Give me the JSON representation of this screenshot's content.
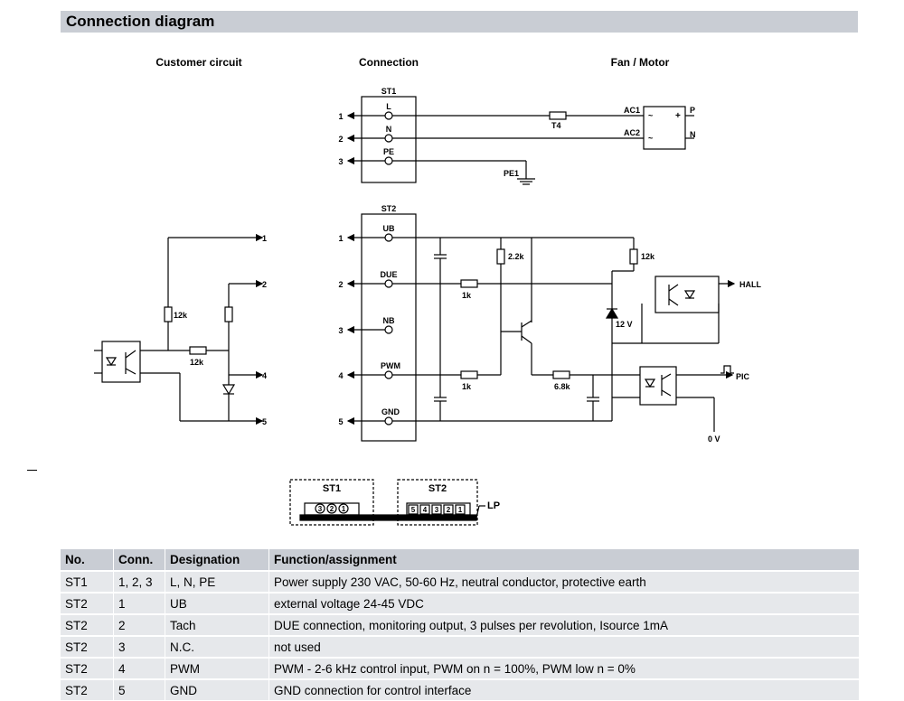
{
  "header": {
    "title": "Connection diagram"
  },
  "diagram": {
    "section_labels": {
      "customer": "Customer circuit",
      "connection": "Connection",
      "fan": "Fan / Motor"
    },
    "st1": {
      "label": "ST1",
      "pins": [
        {
          "num": "1",
          "name": "L"
        },
        {
          "num": "2",
          "name": "N"
        },
        {
          "num": "3",
          "name": "PE"
        }
      ],
      "fuse": "T4",
      "ac1": "AC1",
      "ac2": "AC2",
      "pe1": "PE1",
      "p": "P",
      "n": "N",
      "plus": "+",
      "tilde": "~"
    },
    "st2": {
      "label": "ST2",
      "pins": [
        {
          "num": "1",
          "name": "UB"
        },
        {
          "num": "2",
          "name": "DUE"
        },
        {
          "num": "3",
          "name": "NB"
        },
        {
          "num": "4",
          "name": "PWM"
        },
        {
          "num": "5",
          "name": "GND"
        }
      ],
      "r_2k2": "2.2k",
      "r_12k": "12k",
      "r_1k_a": "1k",
      "r_1k_b": "1k",
      "r_6k8": "6.8k",
      "zener": "12 V",
      "hall": "HALL",
      "pic": "PIC",
      "zero_v": "0 V"
    },
    "customer": {
      "pins": [
        "1",
        "2",
        "4",
        "5"
      ],
      "r_12k_a": "12k",
      "r_12k_b": "12k"
    },
    "plug": {
      "st1": "ST1",
      "st2": "ST2",
      "lp": "LP",
      "st1_pins": [
        "3",
        "2",
        "1"
      ],
      "st2_pins": [
        "5",
        "4",
        "3",
        "2",
        "1"
      ]
    }
  },
  "table": {
    "headers": [
      "No.",
      "Conn.",
      "Designation",
      "Function/assignment"
    ],
    "rows": [
      [
        "ST1",
        "1, 2, 3",
        "L, N, PE",
        "Power supply 230 VAC, 50-60 Hz, neutral conductor, protective earth"
      ],
      [
        "ST2",
        "1",
        "UB",
        "external voltage 24-45 VDC"
      ],
      [
        "ST2",
        "2",
        "Tach",
        "DUE connection, monitoring output, 3 pulses per revolution, Isource 1mA"
      ],
      [
        "ST2",
        "3",
        "N.C.",
        "not used"
      ],
      [
        "ST2",
        "4",
        "PWM",
        "PWM - 2-6 kHz control input, PWM on n = 100%, PWM low n = 0%"
      ],
      [
        "ST2",
        "5",
        "GND",
        "GND connection for control interface"
      ]
    ]
  }
}
